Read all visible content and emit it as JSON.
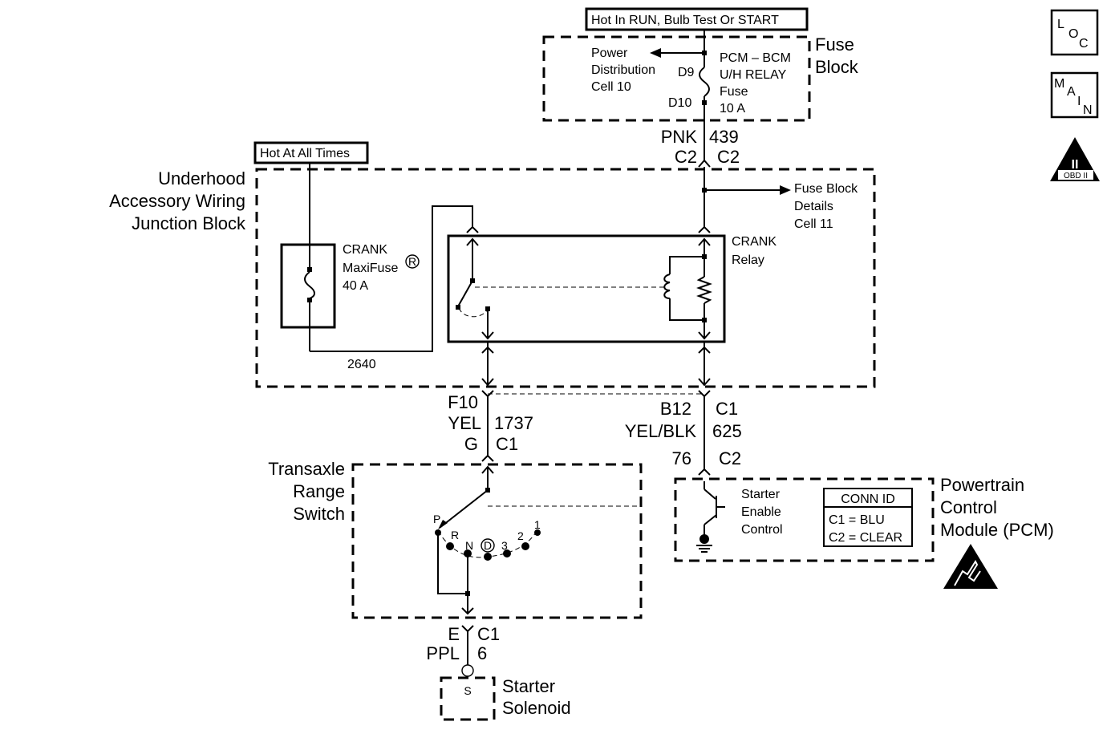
{
  "fuse_block": {
    "hot_label": "Hot In RUN, Bulb Test Or START",
    "title": [
      "Fuse",
      "Block"
    ],
    "power_dist": [
      "Power",
      "Distribution",
      "Cell 10"
    ],
    "pin_top": "D9",
    "pin_bottom": "D10",
    "fuse_name": [
      "PCM – BCM",
      "U/H RELAY",
      "Fuse",
      "10 A"
    ]
  },
  "wire_439": {
    "color": "PNK",
    "circuit": "439",
    "conn_left": "C2",
    "conn_right": "C2"
  },
  "junction_block": {
    "title": [
      "Underhood",
      "Accessory Wiring",
      "Junction Block"
    ],
    "hot_label": "Hot At All Times",
    "maxifuse": [
      "CRANK",
      "MaxiFuse",
      "40 A"
    ],
    "maxifuse_mark": "R",
    "relay": [
      "CRANK",
      "Relay"
    ],
    "fuse_block_ref": [
      "Fuse Block",
      "Details",
      "Cell 11"
    ],
    "circuit_2640": "2640"
  },
  "wire_1737": {
    "pin": "F10",
    "color": "YEL",
    "circuit": "1737",
    "pin2": "G",
    "conn": "C1"
  },
  "wire_625": {
    "pin": "B12",
    "conn_top": "C1",
    "color": "YEL/BLK",
    "circuit": "625",
    "pin2": "76",
    "conn_bottom": "C2"
  },
  "range_switch": {
    "title": [
      "Transaxle",
      "Range",
      "Switch"
    ],
    "positions": [
      "P",
      "R",
      "N",
      "D",
      "3",
      "2",
      "1"
    ]
  },
  "pcm": {
    "title": [
      "Powertrain",
      "Control",
      "Module (PCM)"
    ],
    "control": [
      "Starter",
      "Enable",
      "Control"
    ],
    "conn_id": [
      "CONN ID",
      "C1 = BLU",
      "C2 = CLEAR"
    ]
  },
  "wire_6": {
    "pin": "E",
    "conn": "C1",
    "color": "PPL",
    "circuit": "6"
  },
  "solenoid": {
    "terminal": "S",
    "title": [
      "Starter",
      "Solenoid"
    ]
  },
  "side_icons": {
    "loc": [
      "L",
      "O",
      "C"
    ],
    "main": [
      "M",
      "A",
      "I",
      "N"
    ],
    "obd": [
      "II",
      "OBD II"
    ]
  },
  "icons": [
    "loc-icon",
    "main-icon",
    "obd-ii-icon",
    "esd-warning-icon",
    "ground-icon",
    "fuse-icon",
    "coil-icon",
    "resistor-icon",
    "transistor-icon"
  ]
}
